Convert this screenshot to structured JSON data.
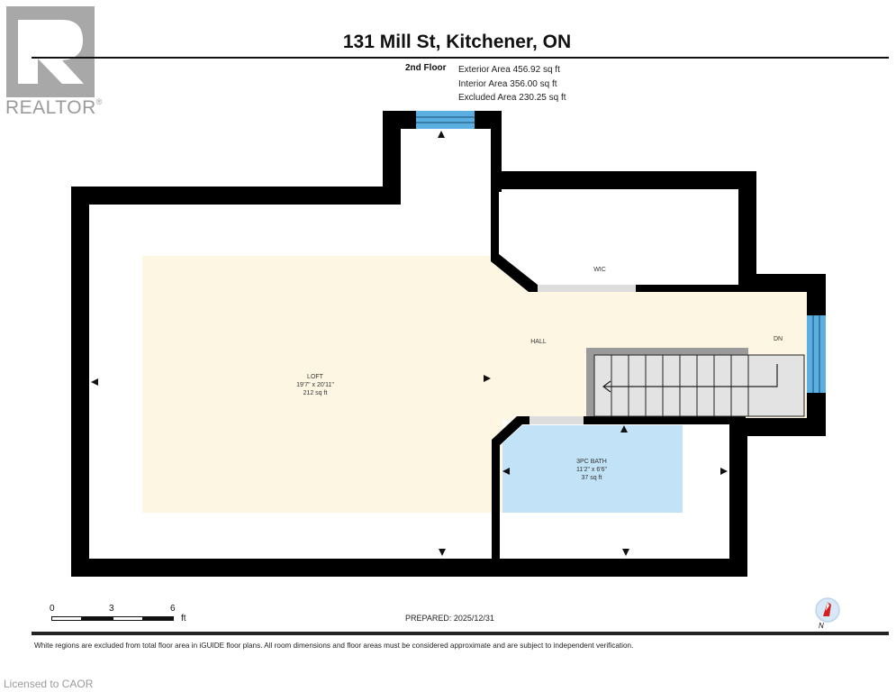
{
  "logo": {
    "wordmark": "REALTOR",
    "registered": "®"
  },
  "header": {
    "title": "131 Mill St, Kitchener, ON",
    "floor": "2nd Floor",
    "exterior_area": "Exterior Area 456.92 sq ft",
    "interior_area": "Interior Area 356.00 sq ft",
    "excluded_area": "Excluded Area 230.25 sq ft"
  },
  "rooms": {
    "loft": {
      "name": "LOFT",
      "dims": "19'7\" x 20'11\"",
      "area": "212 sq ft"
    },
    "hall": {
      "name": "HALL"
    },
    "wic": {
      "name": "WIC"
    },
    "bath": {
      "name": "3PC BATH",
      "dims": "11'2\" x 6'6\"",
      "area": "37 sq ft"
    },
    "stairs": {
      "label": "DN"
    }
  },
  "colors": {
    "wall": "#000000",
    "loft_fill": "#fdf6e3",
    "bath_fill": "#c2e2f8",
    "window": "#5aaee0",
    "stairs": "#e3e3e3",
    "stair_edge": "#9a9a9a",
    "door_opening": "#dddddd"
  },
  "scale": {
    "ticks": [
      "0",
      "3",
      "6"
    ],
    "unit": "ft"
  },
  "prepared": "PREPARED: 2025/12/31",
  "compass": {
    "label": "N"
  },
  "disclaimer": "White regions are excluded from total floor area in iGUIDE floor plans. All room dimensions and floor areas must be considered approximate and are subject to independent verification.",
  "license": "Licensed to CAOR"
}
